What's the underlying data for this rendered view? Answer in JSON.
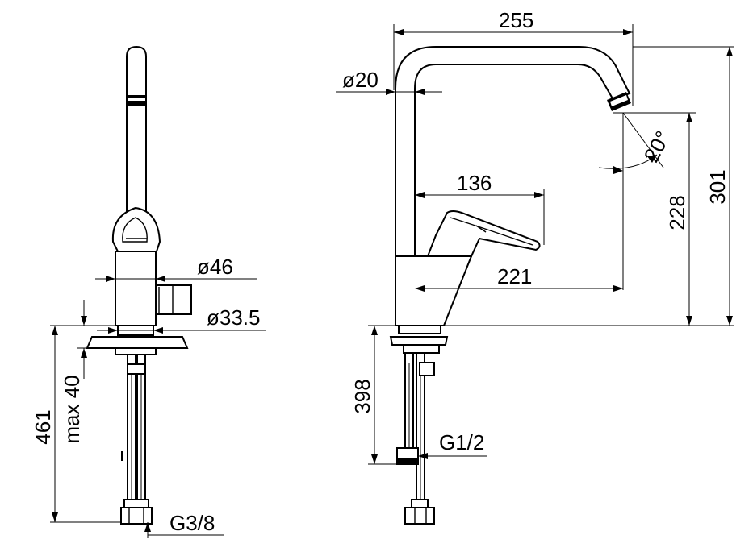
{
  "front_view": {
    "dim_diameter_46": "ø46",
    "dim_diameter_33_5": "ø33.5",
    "dim_height_461": "461",
    "dim_max_40": "max 40",
    "thread_g3_8": "G3/8"
  },
  "side_view": {
    "dim_width_255": "255",
    "dim_diameter_20": "ø20",
    "dim_angle_20": "20°",
    "dim_lever_136": "136",
    "dim_reach_221": "221",
    "dim_height_228": "228",
    "dim_height_301": "301",
    "dim_depth_398": "398",
    "thread_g1_2": "G1/2"
  }
}
